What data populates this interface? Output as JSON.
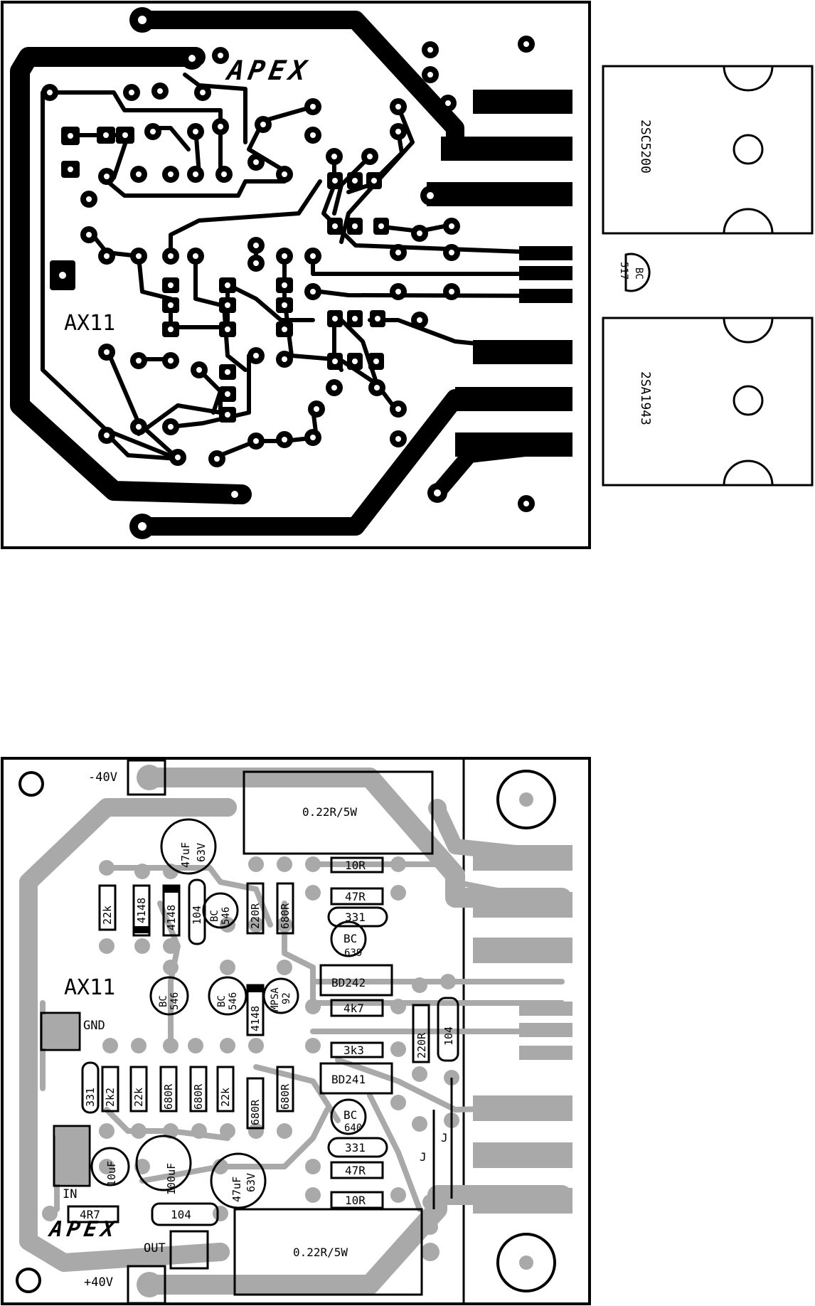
{
  "copper": {
    "brand": "APEX",
    "board_id": "AX11",
    "transistor_top": "2SC5200",
    "transistor_bottom": "2SA1943",
    "driver_label_line1": "BC",
    "driver_label_line2": "517"
  },
  "silkscreen": {
    "board_id": "AX11",
    "brand": "APEX",
    "neg_supply": "-40V",
    "pos_supply": "+40V",
    "gnd": "GND",
    "input": "IN",
    "output": "OUT",
    "emitter_top": "0.22R/5W",
    "emitter_bottom": "0.22R/5W",
    "res_top": [
      "10R",
      "47R"
    ],
    "res_bottom": [
      "47R",
      "10R"
    ],
    "cap_331_top": "331",
    "cap_331_bottom": "331",
    "bc639": [
      "BC",
      "639"
    ],
    "bc640": [
      "BC",
      "640"
    ],
    "bd242": "BD242",
    "bd241": "BD241",
    "r_4k7": "4k7",
    "r_3k3": "3k3",
    "r_220R_right": "220R",
    "c_104_right": "104",
    "upper_parts": [
      "22k",
      "4148",
      "4148",
      "104",
      "220R",
      "680R"
    ],
    "bc546_a": [
      "BC",
      "546"
    ],
    "bc546_b": [
      "BC",
      "546"
    ],
    "bc546_c": [
      "BC",
      "546"
    ],
    "mpsa": [
      "MPSA",
      "92"
    ],
    "diode_mid": "4148",
    "cap_47uF_top": [
      "47uF",
      "63V"
    ],
    "cap_47uF_bottom": [
      "47uF",
      "63V"
    ],
    "lower_row": [
      "331",
      "2k2",
      "22k",
      "680R",
      "680R",
      "22k",
      "680R",
      "680R"
    ],
    "cap_10uF": "10uF",
    "cap_100uF": "100uF",
    "r_4R7": "4R7",
    "c_104_bottom": "104",
    "jumper": "J"
  }
}
